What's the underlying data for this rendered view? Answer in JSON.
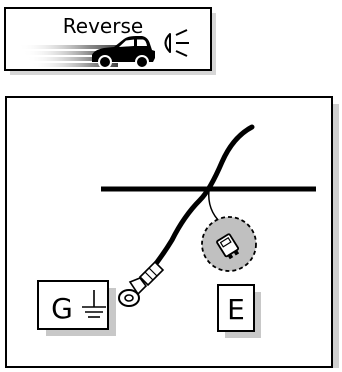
{
  "reverse_badge": {
    "label": "Reverse",
    "icon": "car-reverse-light-icon"
  },
  "diagram": {
    "ground_label": "G",
    "ground_icon": "ground-symbol-icon",
    "connector_label": "E",
    "connector_icon": "connector-detail-icon"
  }
}
